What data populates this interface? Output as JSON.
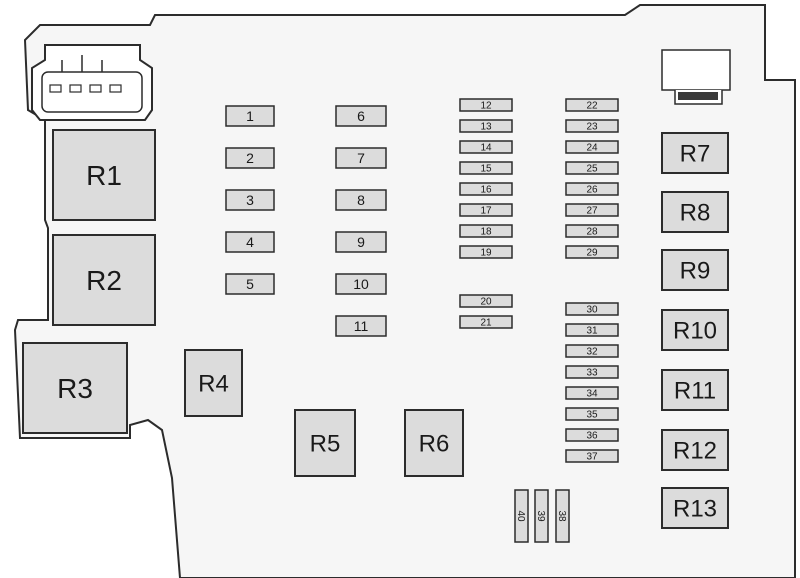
{
  "relays": [
    {
      "id": "R1",
      "label": "R1"
    },
    {
      "id": "R2",
      "label": "R2"
    },
    {
      "id": "R3",
      "label": "R3"
    },
    {
      "id": "R4",
      "label": "R4"
    },
    {
      "id": "R5",
      "label": "R5"
    },
    {
      "id": "R6",
      "label": "R6"
    },
    {
      "id": "R7",
      "label": "R7"
    },
    {
      "id": "R8",
      "label": "R8"
    },
    {
      "id": "R9",
      "label": "R9"
    },
    {
      "id": "R10",
      "label": "R10"
    },
    {
      "id": "R11",
      "label": "R11"
    },
    {
      "id": "R12",
      "label": "R12"
    },
    {
      "id": "R13",
      "label": "R13"
    }
  ],
  "fuses_column_1": [
    "1",
    "2",
    "3",
    "4",
    "5"
  ],
  "fuses_column_2": [
    "6",
    "7",
    "8",
    "9",
    "10",
    "11"
  ],
  "fuses_column_3": [
    "12",
    "13",
    "14",
    "15",
    "16",
    "17",
    "18",
    "19",
    "20",
    "21"
  ],
  "fuses_column_4": [
    "22",
    "23",
    "24",
    "25",
    "26",
    "27",
    "28",
    "29",
    "30",
    "31",
    "32",
    "33",
    "34",
    "35",
    "36",
    "37"
  ],
  "fuses_vertical": [
    "40",
    "39",
    "38"
  ]
}
